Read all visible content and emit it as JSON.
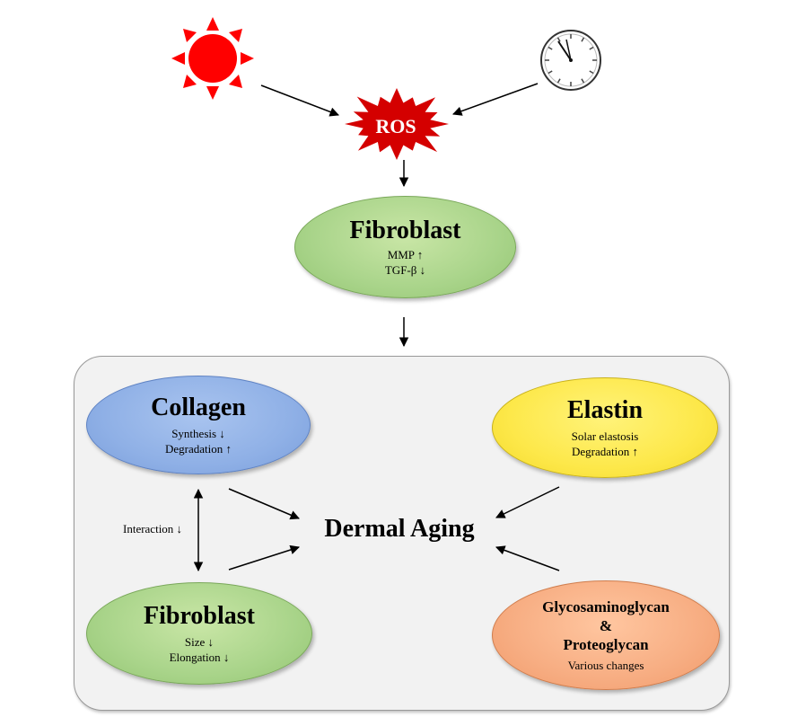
{
  "top": {
    "ros_label": "ROS"
  },
  "fibroblast_top": {
    "title": "Fibroblast",
    "line1": "MMP ↑",
    "line2": "TGF-β ↓"
  },
  "dermal": {
    "center_label": "Dermal Aging",
    "interaction_label": "Interaction ↓",
    "collagen": {
      "title": "Collagen",
      "line1": "Synthesis ↓",
      "line2": "Degradation ↑"
    },
    "elastin": {
      "title": "Elastin",
      "line1": "Solar elastosis",
      "line2": "Degradation ↑"
    },
    "fibroblast": {
      "title": "Fibroblast",
      "line1": "Size ↓",
      "line2": "Elongation ↓"
    },
    "gag": {
      "title_line1": "Glycosaminoglycan",
      "title_line2": "&",
      "title_line3": "Proteoglycan",
      "line1": "Various changes"
    }
  },
  "colors": {
    "sun": "#ff0000",
    "ros_star": "#d40000",
    "green": "#a9d48a",
    "blue": "#8fb0e6",
    "yellow": "#fde84a",
    "orange": "#f7ad82"
  }
}
